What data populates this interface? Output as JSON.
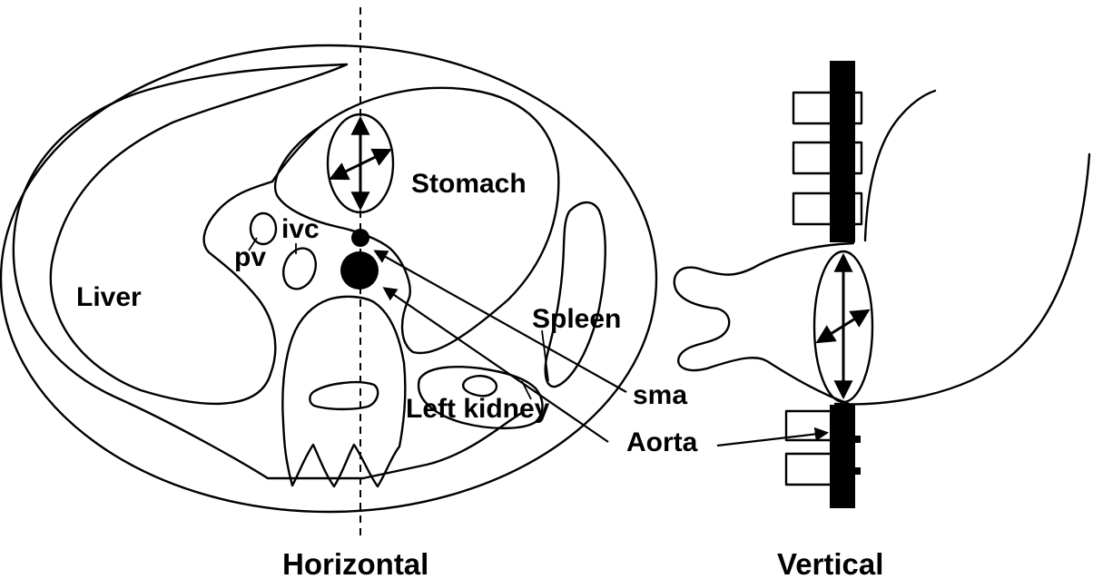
{
  "labels": {
    "liver": "Liver",
    "stomach": "Stomach",
    "spleen": "Spleen",
    "left_kidney": "Left kidney",
    "pv": "pv",
    "ivc": "ivc",
    "sma": "sma",
    "aorta": "Aorta"
  },
  "panel_titles": {
    "horizontal": "Horizontal",
    "vertical": "Vertical"
  },
  "colors": {
    "ink": "#000000",
    "background": "#ffffff"
  }
}
